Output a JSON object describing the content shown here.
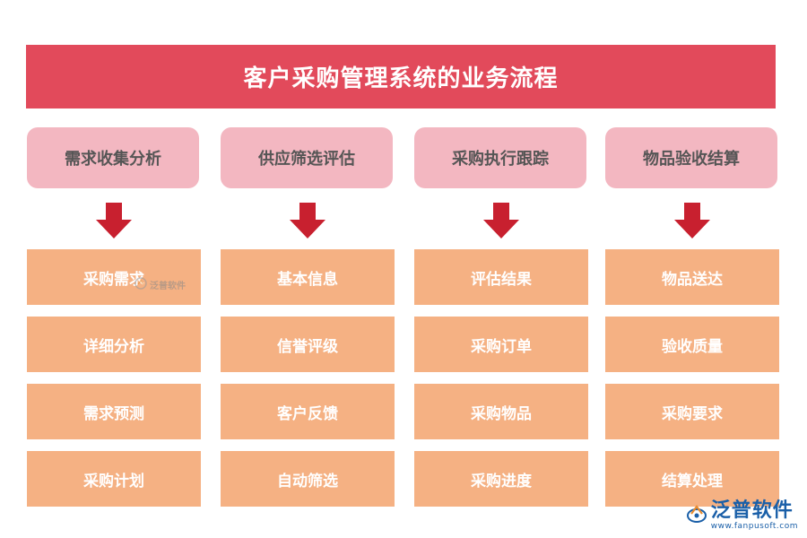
{
  "title": "客户采购管理系统的业务流程",
  "colors": {
    "title_bg": "#e24a5b",
    "header_bg": "#f3b7c1",
    "item_bg": "#f5b183",
    "arrow": "#c8202f",
    "logo": "#1a5fa8"
  },
  "columns": [
    {
      "header": "需求收集分析",
      "items": [
        "采购需求",
        "详细分析",
        "需求预测",
        "采购计划"
      ]
    },
    {
      "header": "供应筛选评估",
      "items": [
        "基本信息",
        "信誉评级",
        "客户反馈",
        "自动筛选"
      ]
    },
    {
      "header": "采购执行跟踪",
      "items": [
        "评估结果",
        "采购订单",
        "采购物品",
        "采购进度"
      ]
    },
    {
      "header": "物品验收结算",
      "items": [
        "物品送达",
        "验收质量",
        "采购要求",
        "结算处理"
      ]
    }
  ],
  "watermark": {
    "text": "泛普软件"
  },
  "logo": {
    "name": "泛普软件",
    "url": "www.fanpusoft.com",
    "icon": "fanpu-logo-icon"
  }
}
